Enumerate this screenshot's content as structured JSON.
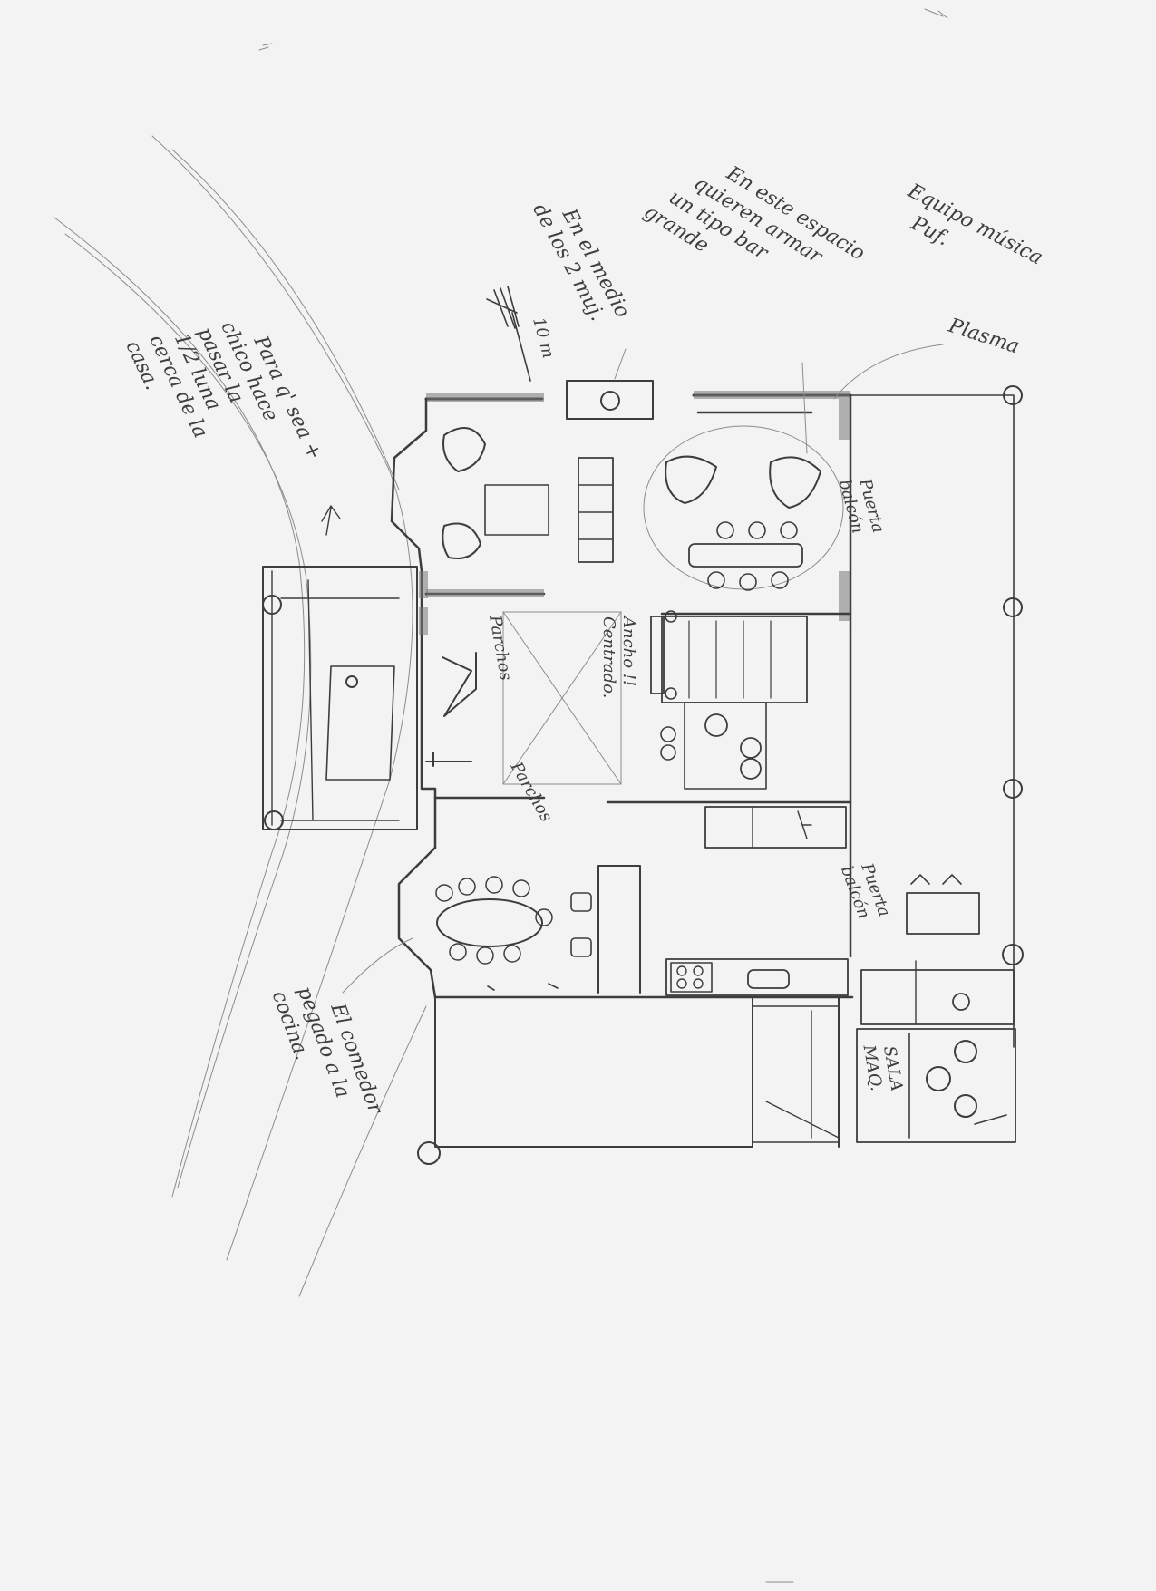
{
  "diagram": {
    "kind": "hand-drawn floor plan sketch",
    "ink_color": "#3d3d3d",
    "paper_color": "#f3f3f3",
    "labels": {
      "path_note": [
        "Para q' sea +",
        "chico hace",
        "pasar la",
        "1/2 luna",
        "cerca de la",
        "casa."
      ],
      "middle_note": [
        "En el medio",
        "de los 2 muj."
      ],
      "ten_m": "10 m",
      "space_note": [
        "En este espacio",
        "quieren armar",
        "un tipo bar",
        "grande"
      ],
      "music_note": [
        "Equipo música",
        "Puf."
      ],
      "plasma": "Plasma",
      "balcony_door_top": [
        "Puerta",
        "balcón"
      ],
      "centered": [
        "Ancho !!",
        "Centrado."
      ],
      "tall_left": "Parchos",
      "tall_bottom": "Parchos",
      "balcony_door_right": [
        "Puerta",
        "balcón"
      ],
      "sala_maq": [
        "SALA",
        "MAQ."
      ],
      "dining_note": [
        "El comedor",
        "pegado a la",
        "cocina."
      ]
    }
  }
}
